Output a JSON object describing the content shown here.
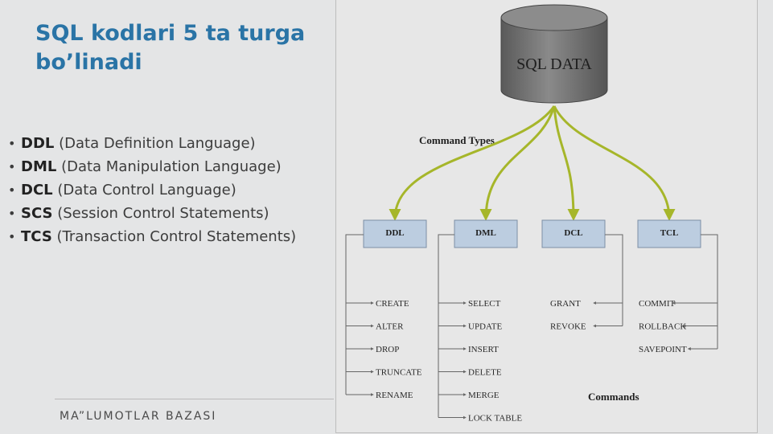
{
  "slide": {
    "title": "SQL kodlari 5 ta turga bo’linadi",
    "bullets": [
      {
        "abbr": "DDL",
        "desc": "(Data Definition Language)"
      },
      {
        "abbr": "DML",
        "desc": "(Data Manipulation Language)"
      },
      {
        "abbr": "DCL",
        "desc": "(Data Control Language)"
      },
      {
        "abbr": "SCS",
        "desc": "(Session Control Statements)"
      },
      {
        "abbr": "TCS",
        "desc": "(Transaction Control Statements)"
      }
    ],
    "footer": "MA”LUMOTLAR BAZASI"
  },
  "diagram": {
    "database_label": "SQL DATA",
    "command_types_label": "Command Types",
    "commands_label": "Commands",
    "categories": [
      {
        "name": "DDL",
        "commands": [
          "CREATE",
          "ALTER",
          "DROP",
          "TRUNCATE",
          "RENAME"
        ]
      },
      {
        "name": "DML",
        "commands": [
          "SELECT",
          "UPDATE",
          "INSERT",
          "DELETE",
          "MERGE",
          "LOCK TABLE"
        ]
      },
      {
        "name": "DCL",
        "commands": [
          "GRANT",
          "REVOKE"
        ]
      },
      {
        "name": "TCL",
        "commands": [
          "COMMIT",
          "ROLLBACK",
          "SAVEPOINT"
        ]
      }
    ],
    "colors": {
      "title": "#2a74a6",
      "arrow": "#a6b62a",
      "box_fill": "#bccde0",
      "cylinder": "#6e6e6e"
    }
  }
}
